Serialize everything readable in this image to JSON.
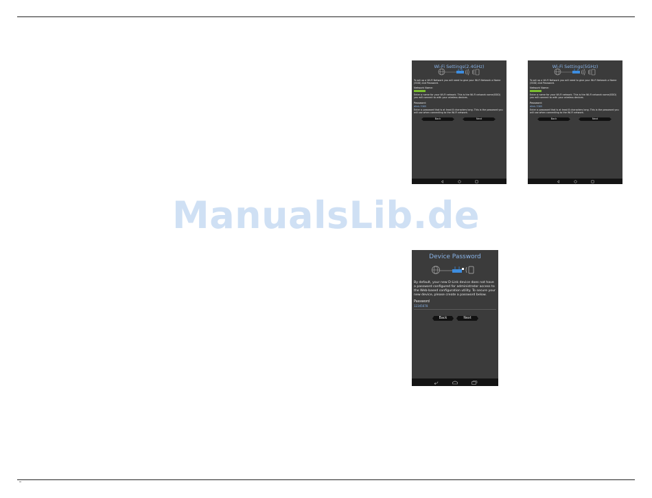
{
  "watermark": "ManualsLib.de",
  "screens": {
    "wifi24": {
      "title": "Wi-Fi Settings(2.4GHz)",
      "intro": "To set up a Wi-Fi Network you will need to give your Wi-Fi Network a Name (SSID) and Password.",
      "network_label": "Network Name:",
      "network_help": "Enter a name for your Wi-Fi network. This is the Wi-Fi network name(SSID) you will connect to with your wireless devices.",
      "password_label": "Password:",
      "password_value": "dlink-7085",
      "password_help": "Enter a password that is at least 8 characters long. This is the password you will use when connecting to the Wi-Fi network.",
      "back": "Back",
      "next": "Next"
    },
    "wifi5": {
      "title": "Wi-Fi Settings(5GHz)",
      "intro": "To set up a Wi-Fi Network you will need to give your Wi-Fi Network a Name (SSID) and Password.",
      "network_label": "Network Name:",
      "network_help": "Enter a name for your Wi-Fi network. This is the Wi-Fi network name(SSID) you will connect to with your wireless devices.",
      "password_label": "Password:",
      "password_value": "dlink-7085",
      "password_help": "Enter a password that is at least 8 characters long. This is the password you will use when connecting to the Wi-Fi network.",
      "back": "Back",
      "next": "Next"
    },
    "device_password": {
      "title": "Device Password",
      "intro": "By default, your new D-Link device does not have a password configured for administrator access to the Web-based configuration utility. To secure your new device, please create a password below.",
      "password_label": "Password",
      "password_value": "12345678",
      "back": "Back",
      "next": "Next"
    }
  },
  "colors": {
    "screen_bg": "#3b3b3b",
    "nav_bg": "#141414",
    "title_blue": "#8ab4e8",
    "router_blue": "#3d8de0",
    "field_green": "#7bbf2f",
    "watermark": "#cfe0f4"
  },
  "icons": [
    "globe-icon",
    "router-icon",
    "wifi-waves-icon",
    "phone-icon",
    "back-nav-icon",
    "home-nav-icon",
    "recents-nav-icon"
  ]
}
